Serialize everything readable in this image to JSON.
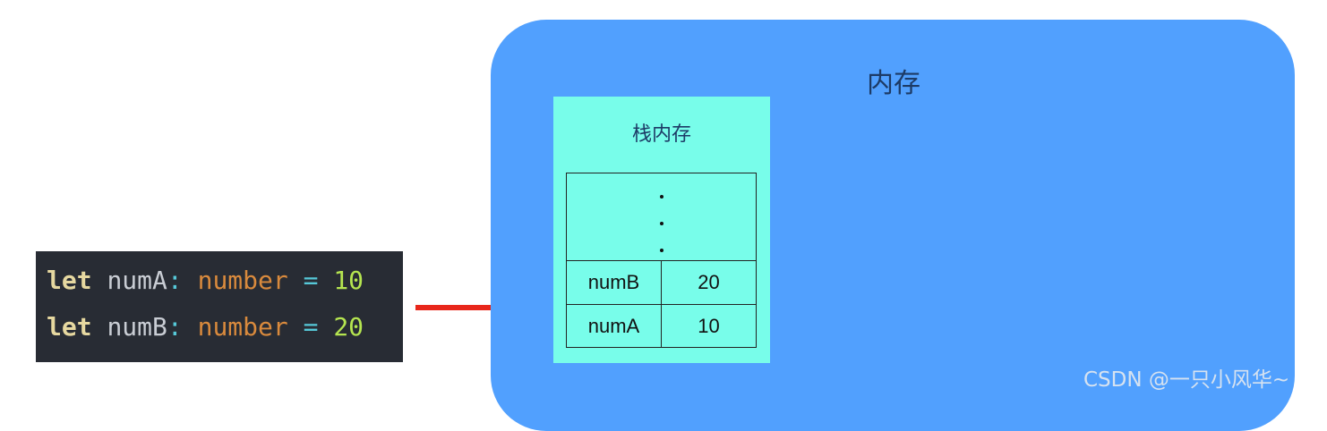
{
  "code": {
    "lines": [
      {
        "keyword": "let",
        "name": "numA",
        "colon": ":",
        "type": "number",
        "eq": "=",
        "value": "10"
      },
      {
        "keyword": "let",
        "name": "numB",
        "colon": ":",
        "type": "number",
        "eq": "=",
        "value": "20"
      }
    ]
  },
  "memory": {
    "title": "内存",
    "stack": {
      "title": "栈内存",
      "rows": [
        {
          "name": "numB",
          "value": "20"
        },
        {
          "name": "numA",
          "value": "10"
        }
      ]
    }
  },
  "colors": {
    "memory_bg": "#51a0fe",
    "stack_bg": "#78fdea",
    "code_bg": "#282c34",
    "arrow": "#e8271b"
  },
  "watermark": "CSDN @一只小风华~"
}
